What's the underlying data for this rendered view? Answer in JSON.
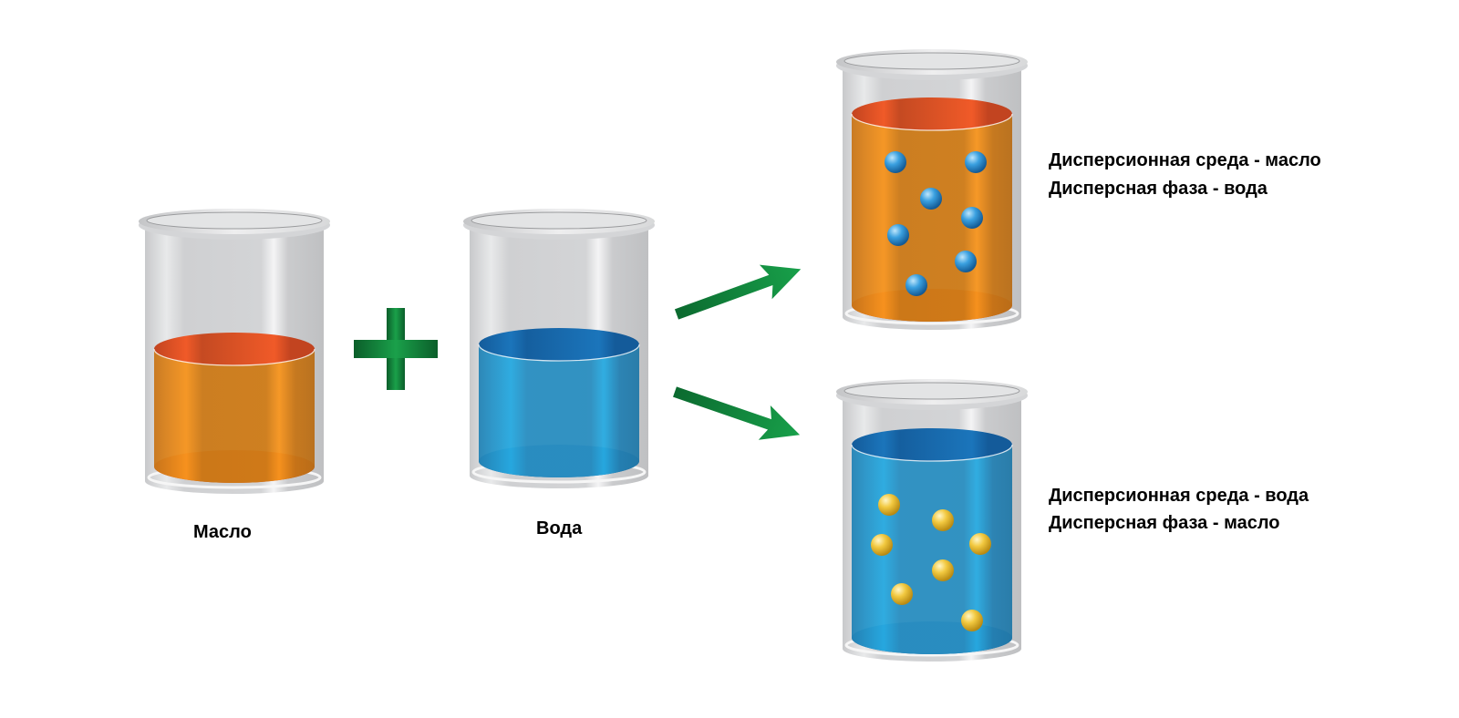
{
  "labels": {
    "oil": "Масло",
    "water": "Вода"
  },
  "results": [
    {
      "medium": "Дисперсионная среда - масло",
      "phase": "Дисперсная фаза - вода"
    },
    {
      "medium": "Дисперсионная среда - вода",
      "phase": "Дисперсная фаза - масло"
    }
  ],
  "colors": {
    "oil": "#d27c16",
    "oil_surface": "#c94a22",
    "water": "#2a8fc0",
    "water_surface": "#1566a8",
    "arrow": "#128a3c",
    "plus": "#13853c",
    "bubble_blue": "#3aa0e0",
    "bubble_yellow": "#f2c940"
  },
  "icons": [
    "plus-icon",
    "arrow-right-up-icon",
    "arrow-right-down-icon"
  ]
}
